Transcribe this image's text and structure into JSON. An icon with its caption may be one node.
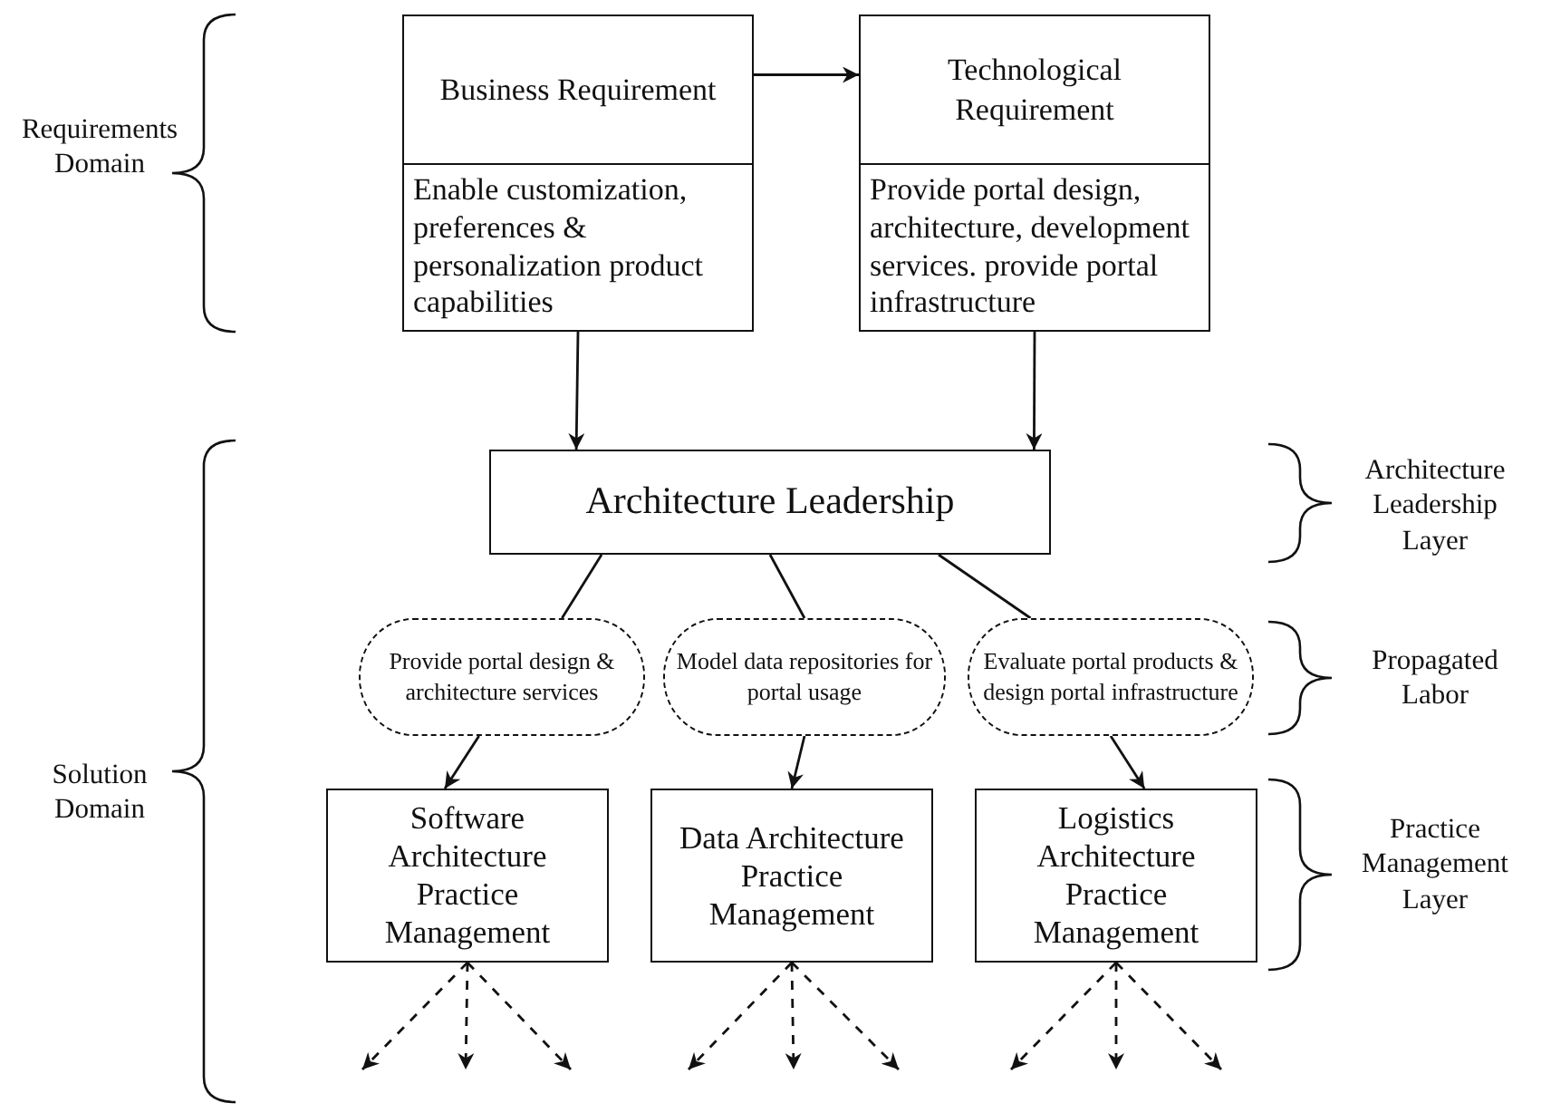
{
  "diagram": {
    "nodes": [
      {
        "text": [
          "Business Requirement",
          "Enable customization, preferences & personalization product capabilities"
        ]
      },
      {
        "text": [
          "Technological Requirement",
          "Provide portal design, architecture, development services. provide portal infrastructure"
        ]
      },
      {
        "text": [
          "Architecture Leadership"
        ]
      },
      {
        "text": [
          "Provide portal design & architecture services"
        ]
      },
      {
        "text": [
          "Model data repositories for portal usage"
        ]
      },
      {
        "text": [
          "Evaluate portal products & design portal infrastructure"
        ]
      },
      {
        "text": [
          "Software Architecture Practice Management"
        ]
      },
      {
        "text": [
          "Data Architecture Practice Management"
        ]
      },
      {
        "text": [
          "Logistics Architecture Practice Management"
        ]
      }
    ],
    "edges": [
      {
        "from": 0,
        "to": 1,
        "arrow": "to"
      },
      {
        "from": 0,
        "to": 2,
        "arrow": "to"
      },
      {
        "from": 1,
        "to": 2,
        "arrow": "to"
      },
      {
        "from": 2,
        "to": 3,
        "arrow": "none"
      },
      {
        "from": 2,
        "to": 4,
        "arrow": "none"
      },
      {
        "from": 2,
        "to": 5,
        "arrow": "none"
      },
      {
        "from": 3,
        "to": 6,
        "arrow": "to"
      },
      {
        "from": 4,
        "to": 7,
        "arrow": "to"
      },
      {
        "from": 5,
        "to": 8,
        "arrow": "to"
      },
      {
        "from": 6,
        "to": null,
        "arrow": "to",
        "style": "dashed"
      },
      {
        "from": 6,
        "to": null,
        "arrow": "to",
        "style": "dashed"
      },
      {
        "from": 6,
        "to": null,
        "arrow": "to",
        "style": "dashed"
      },
      {
        "from": 7,
        "to": null,
        "arrow": "to",
        "style": "dashed"
      },
      {
        "from": 7,
        "to": null,
        "arrow": "to",
        "style": "dashed"
      },
      {
        "from": 7,
        "to": null,
        "arrow": "to",
        "style": "dashed"
      },
      {
        "from": 8,
        "to": null,
        "arrow": "to",
        "style": "dashed"
      },
      {
        "from": 8,
        "to": null,
        "arrow": "to",
        "style": "dashed"
      },
      {
        "from": 8,
        "to": null,
        "arrow": "to",
        "style": "dashed"
      }
    ],
    "labels": [
      "Requirements Domain",
      "Architecture Leadership Layer",
      "Propagated Labor",
      "Solution Domain",
      "Practice Management Layer"
    ]
  }
}
